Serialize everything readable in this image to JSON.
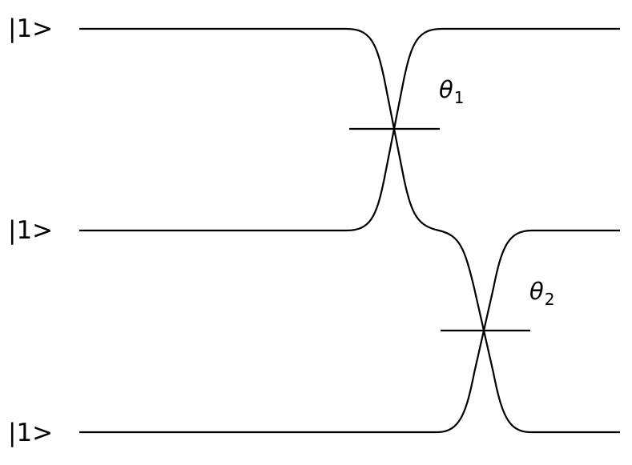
{
  "diagram": {
    "modes": [
      {
        "label": "|1>"
      },
      {
        "label": "|1>"
      },
      {
        "label": "|1>"
      }
    ],
    "beamsplitters": [
      {
        "symbol": "θ",
        "subscript": "1",
        "modes": [
          0,
          1
        ]
      },
      {
        "symbol": "θ",
        "subscript": "2",
        "modes": [
          1,
          2
        ]
      }
    ],
    "line_color": "#000000"
  }
}
